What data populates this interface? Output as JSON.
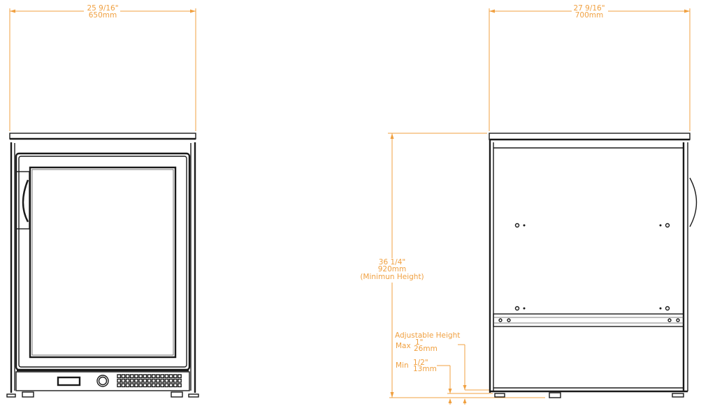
{
  "colors": {
    "dimension": "#f0a040",
    "outline": "#1a1a1a"
  },
  "front_view": {
    "width_imperial": "25 9/16\"",
    "width_metric": "650mm",
    "vent_grid": {
      "columns": 15,
      "rows": 3
    }
  },
  "side_view": {
    "depth_imperial": "27 9/16\"",
    "depth_metric": "700mm",
    "height_imperial": "36 1/4\"",
    "height_metric": "920mm",
    "height_note": "(Minimun Height)",
    "adjustable_title": "Adjustable Height",
    "max_label": "Max",
    "max_imperial": "1\"",
    "max_metric": "26mm",
    "min_label": "Min",
    "min_imperial": "1/2\"",
    "min_metric": "13mm"
  }
}
